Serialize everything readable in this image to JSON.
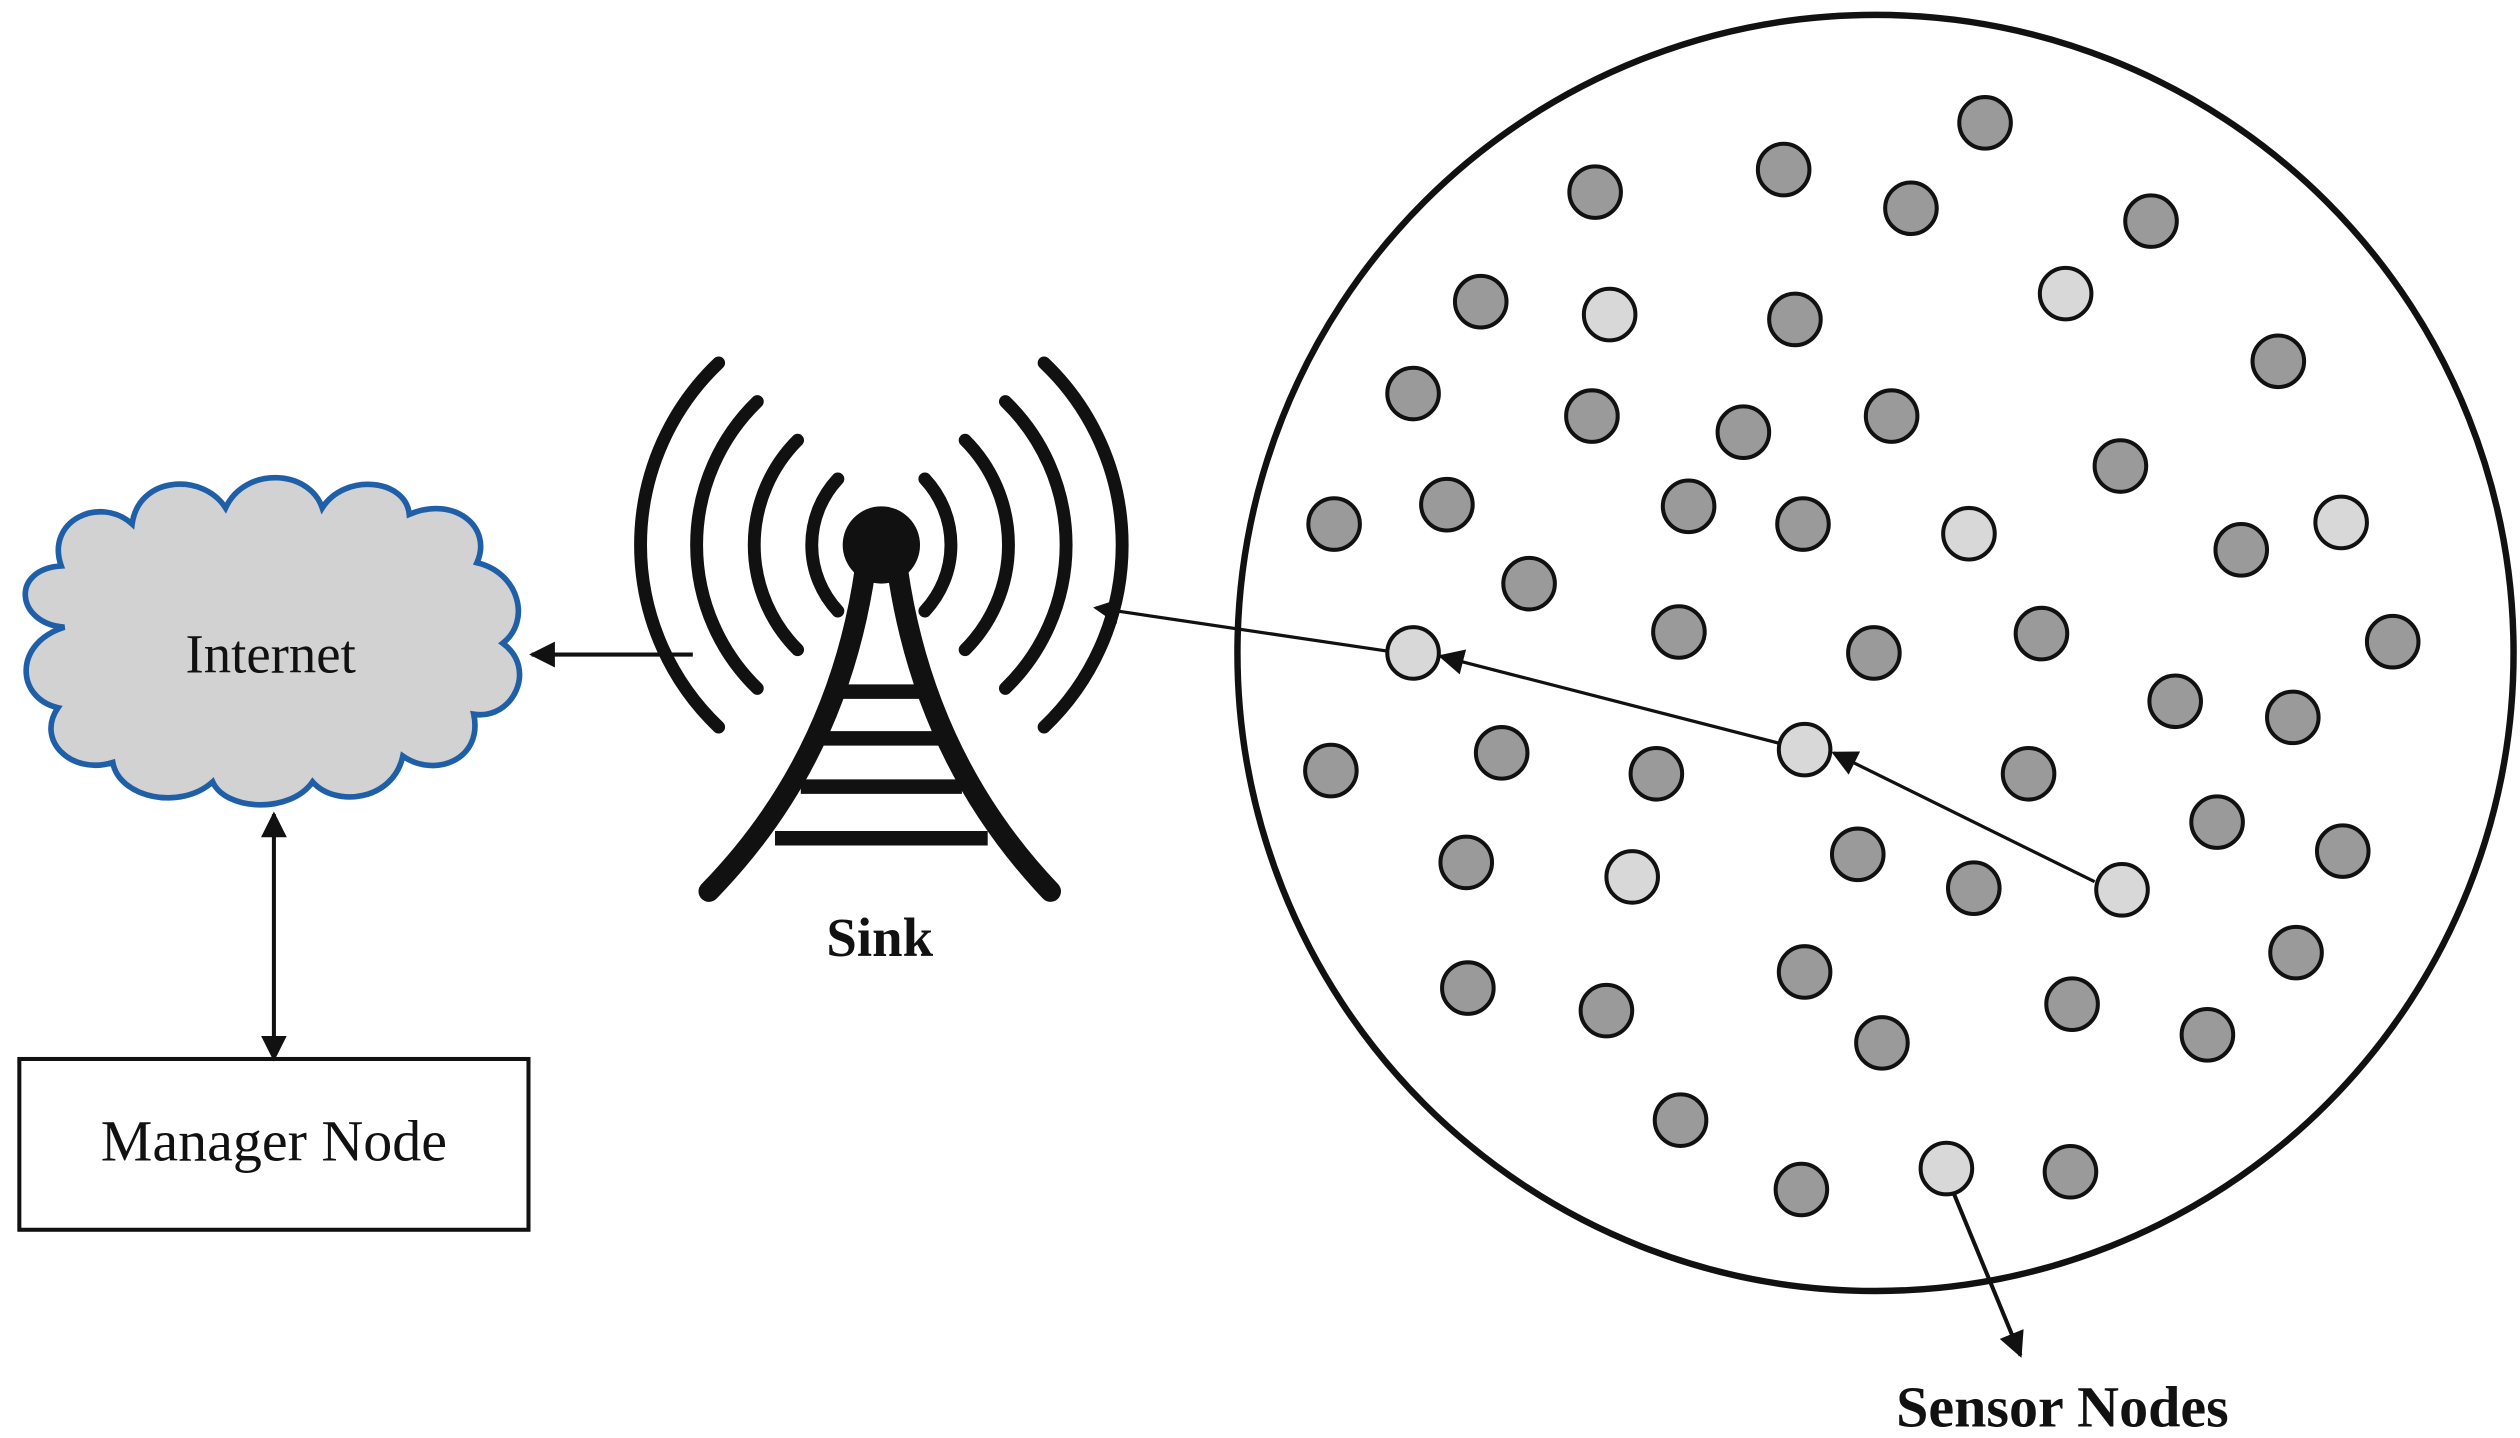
{
  "labels": {
    "internet": "Internet",
    "manager": "Manager Node",
    "sink": "Sink",
    "sensors": "Sensor Nodes"
  },
  "colors": {
    "cloud_fill": "#d2d2d2",
    "cloud_stroke": "#1f5fa8",
    "node_dark": "#9a9a9a",
    "node_light": "#d8d8d8",
    "stroke": "#111111"
  },
  "icons": {
    "cloud": "cloud-icon",
    "sink": "radio-tower-icon"
  }
}
